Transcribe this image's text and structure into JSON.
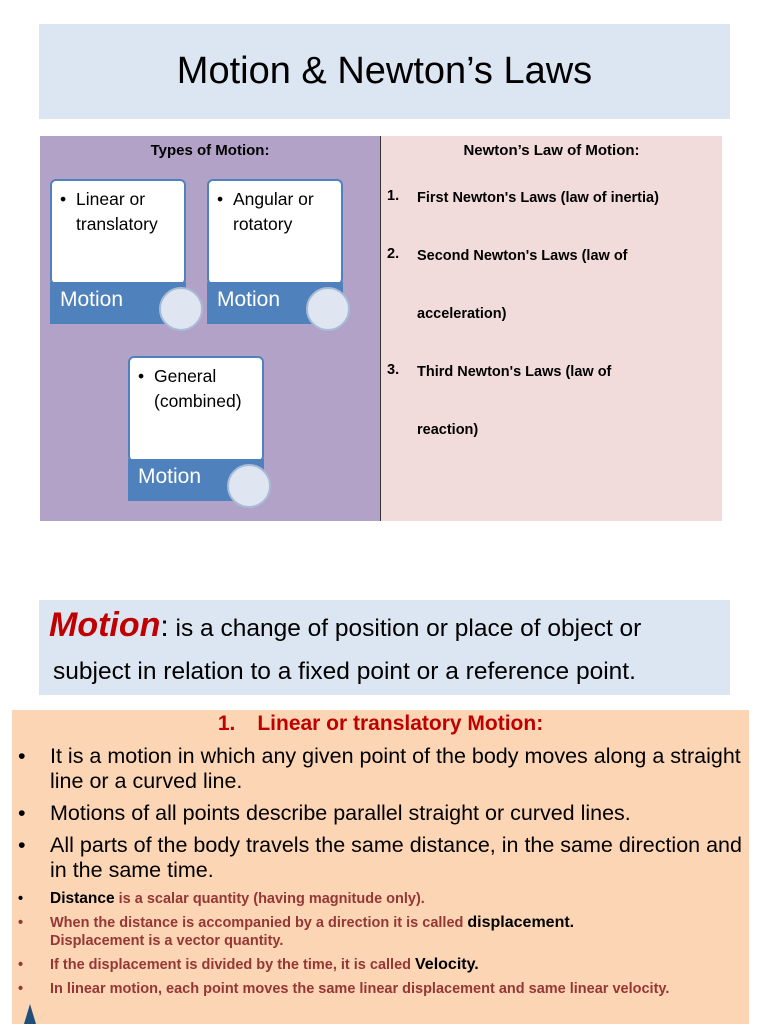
{
  "title": "Motion & Newton’s Laws",
  "types_panel": {
    "heading": "Types of Motion:",
    "cards": [
      {
        "line1": "Linear or",
        "line2": "translatory",
        "bar": "Motion"
      },
      {
        "line1": "Angular or",
        "line2": "rotatory",
        "bar": "Motion"
      },
      {
        "line1": "General",
        "line2": "(combined)",
        "bar": "Motion"
      }
    ]
  },
  "laws_panel": {
    "heading": "Newton’s Law of Motion:",
    "items": [
      {
        "num": "1.",
        "line1": "First Newton's Laws (law of inertia)",
        "line2": ""
      },
      {
        "num": "2.",
        "line1": "Second Newton's Laws (law of",
        "line2": "acceleration)"
      },
      {
        "num": "3.",
        "line1": "Third  Newton's Laws (law of",
        "line2": "reaction)"
      }
    ]
  },
  "definition": {
    "keyword": "Motion",
    "colon": ":",
    "line1_rest": " is a change of position or place of object or",
    "line2": "subject in relation to a fixed point or a reference point."
  },
  "linear": {
    "heading_num": "1.",
    "heading": "Linear or translatory Motion:",
    "points": [
      "It is a motion in which any given point of the body moves along a straight line  or a curved line.",
      "Motions of all points  describe parallel straight or curved lines.",
      "All parts of the body travels the same distance, in the same direction  and in the  same time."
    ],
    "details": [
      {
        "lead": "Distance",
        "text": " is a scalar quantity (having magnitude only).",
        "tail": ""
      },
      {
        "lead": "",
        "text": "When the  distance  is accompanied  by  a  direction  it  is  called ",
        "tail": "displacement.",
        "text2": "Displacement is a vector quantity."
      },
      {
        "lead": "",
        "text": "If  the displacement   is divided by the time,  it is called ",
        "tail": "Velocity."
      },
      {
        "lead": "",
        "text": "In   linear   motion,   each  point  moves  the  same  linear displacement and same linear velocity.",
        "tail": ""
      }
    ]
  },
  "bullet_char": "•"
}
